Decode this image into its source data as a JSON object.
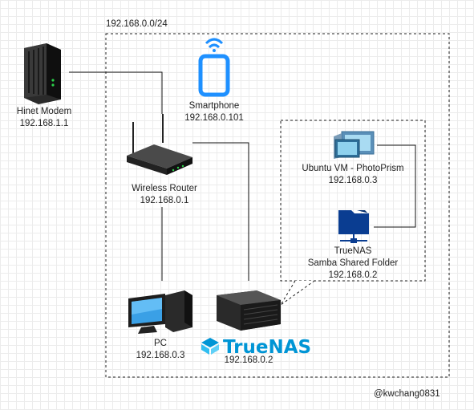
{
  "network": {
    "subnet": "192.168.0.0/24",
    "nas_cluster": {
      "vm": {
        "name": "Ubuntu VM - PhotoPrism",
        "ip": "192.168.0.3"
      },
      "share": {
        "line1": "TrueNAS",
        "line2": "Samba Shared Folder",
        "ip": "192.168.0.2"
      }
    }
  },
  "devices": {
    "modem": {
      "name": "Hinet Modem",
      "ip": "192.168.1.1",
      "icon": "modem-icon"
    },
    "smartphone": {
      "name": "Smartphone",
      "ip": "192.168.0.101",
      "icon": "smartphone-icon"
    },
    "router": {
      "name": "Wireless Router",
      "ip": "192.168.0.1",
      "icon": "wireless-router-icon"
    },
    "pc": {
      "name": "PC",
      "ip": "192.168.0.3",
      "icon": "desktop-pc-icon"
    },
    "truenas_server": {
      "logo_text": "TrueNAS",
      "ip": "192.168.0.2",
      "icon": "server-icon"
    }
  },
  "credit": "@kwchang0831",
  "colors": {
    "truenas_blue": "#0095d5",
    "phone_blue": "#1e90ff",
    "folder_blue": "#0a3d91"
  }
}
